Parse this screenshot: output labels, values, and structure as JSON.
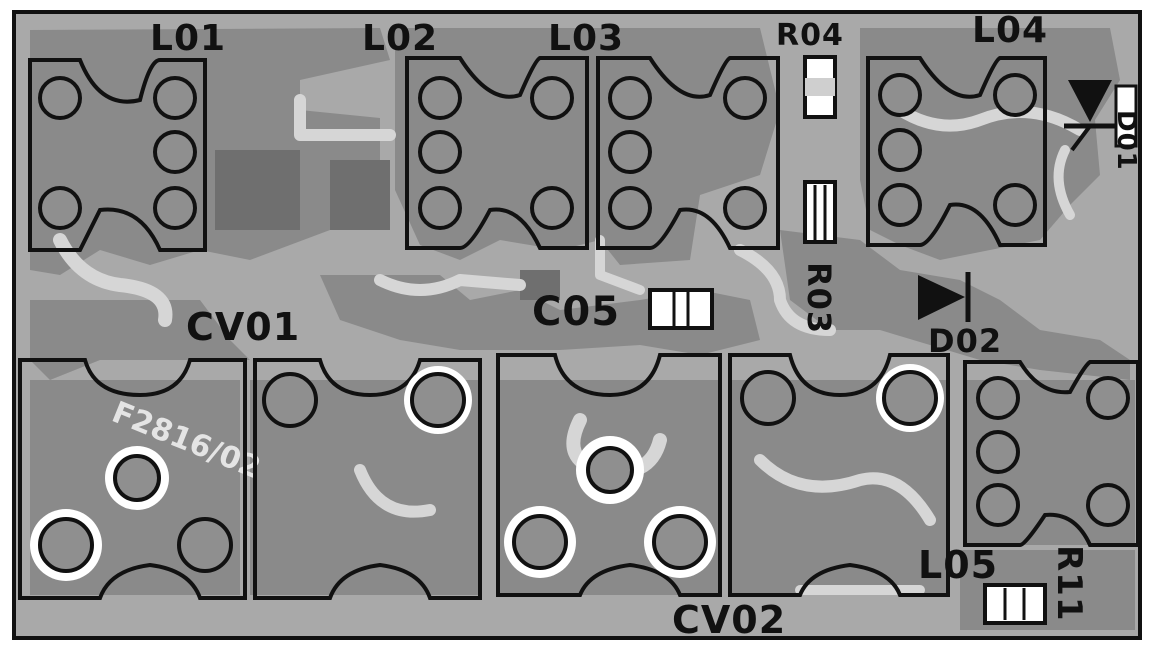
{
  "board": {
    "background_color": "#a9a9a9",
    "copper_color": "#8a8a8a",
    "silkscreen_color": "#111111",
    "etched_label": "F2816/02"
  },
  "labels": {
    "L01": "L01",
    "L02": "L02",
    "L03": "L03",
    "R04": "R04",
    "L04": "L04",
    "D01": "D01",
    "C05": "C05",
    "R03": "R03",
    "D02": "D02",
    "CV01": "CV01",
    "CV02": "CV02",
    "L05": "L05",
    "R11": "R11"
  }
}
